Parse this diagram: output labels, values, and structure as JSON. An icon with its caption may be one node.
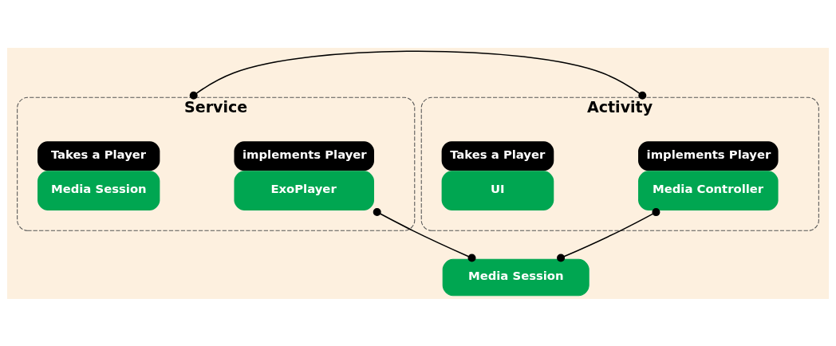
{
  "diagram": {
    "nodes": [
      {
        "text": [
          "Service"
        ]
      },
      {
        "text": [
          "implements Player",
          "ExoPlayer"
        ],
        "in": 0
      },
      {
        "text": [
          "Takes a Player",
          "Media Session"
        ],
        "in": 0
      },
      {
        "text": [
          "Activity"
        ]
      },
      {
        "text": [
          "implements Player",
          "Media Controller"
        ],
        "in": 3
      },
      {
        "text": [
          "Takes a Player",
          "UI"
        ],
        "in": 3
      },
      {
        "text": [
          "Media Session"
        ]
      }
    ],
    "edges": [
      {
        "from": 0,
        "to": 3,
        "arrow": "other"
      },
      {
        "from": 1,
        "to": 6,
        "arrow": "other"
      },
      {
        "from": 4,
        "to": 6,
        "arrow": "other"
      }
    ]
  }
}
